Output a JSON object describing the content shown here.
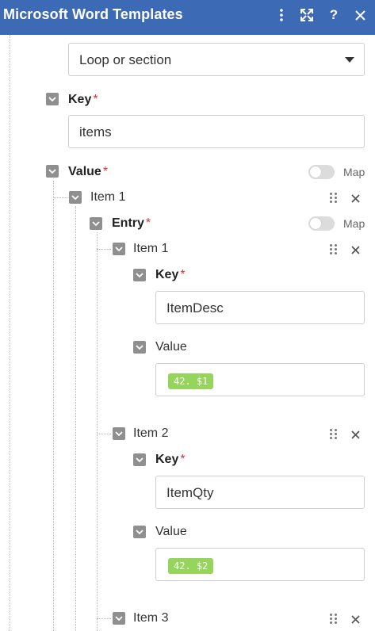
{
  "header": {
    "title": "Microsoft Word Templates",
    "icons": [
      "more-vertical-icon",
      "expand-icon",
      "help-icon",
      "close-icon"
    ],
    "help_glyph": "?"
  },
  "colors": {
    "header_bg": "#3d6ab4",
    "required": "#e0323a",
    "pill_bg": "#95d55c",
    "checkbox": "#8f8f8f"
  },
  "form": {
    "type_select_value": "Loop or section",
    "key_label": "Key",
    "key_value": "items",
    "value_label": "Value",
    "value_map_label": "Map",
    "value_map_on": false,
    "item1": {
      "label": "Item 1",
      "entry_label": "Entry",
      "entry_map_label": "Map",
      "entry_map_on": false,
      "entries": [
        {
          "label": "Item 1",
          "key_label": "Key",
          "key_value": "ItemDesc",
          "value_label": "Value",
          "value_pill": "42. $1"
        },
        {
          "label": "Item 2",
          "key_label": "Key",
          "key_value": "ItemQty",
          "value_label": "Value",
          "value_pill": "42. $2"
        },
        {
          "label": "Item 3"
        }
      ]
    }
  },
  "required_marker": "*"
}
